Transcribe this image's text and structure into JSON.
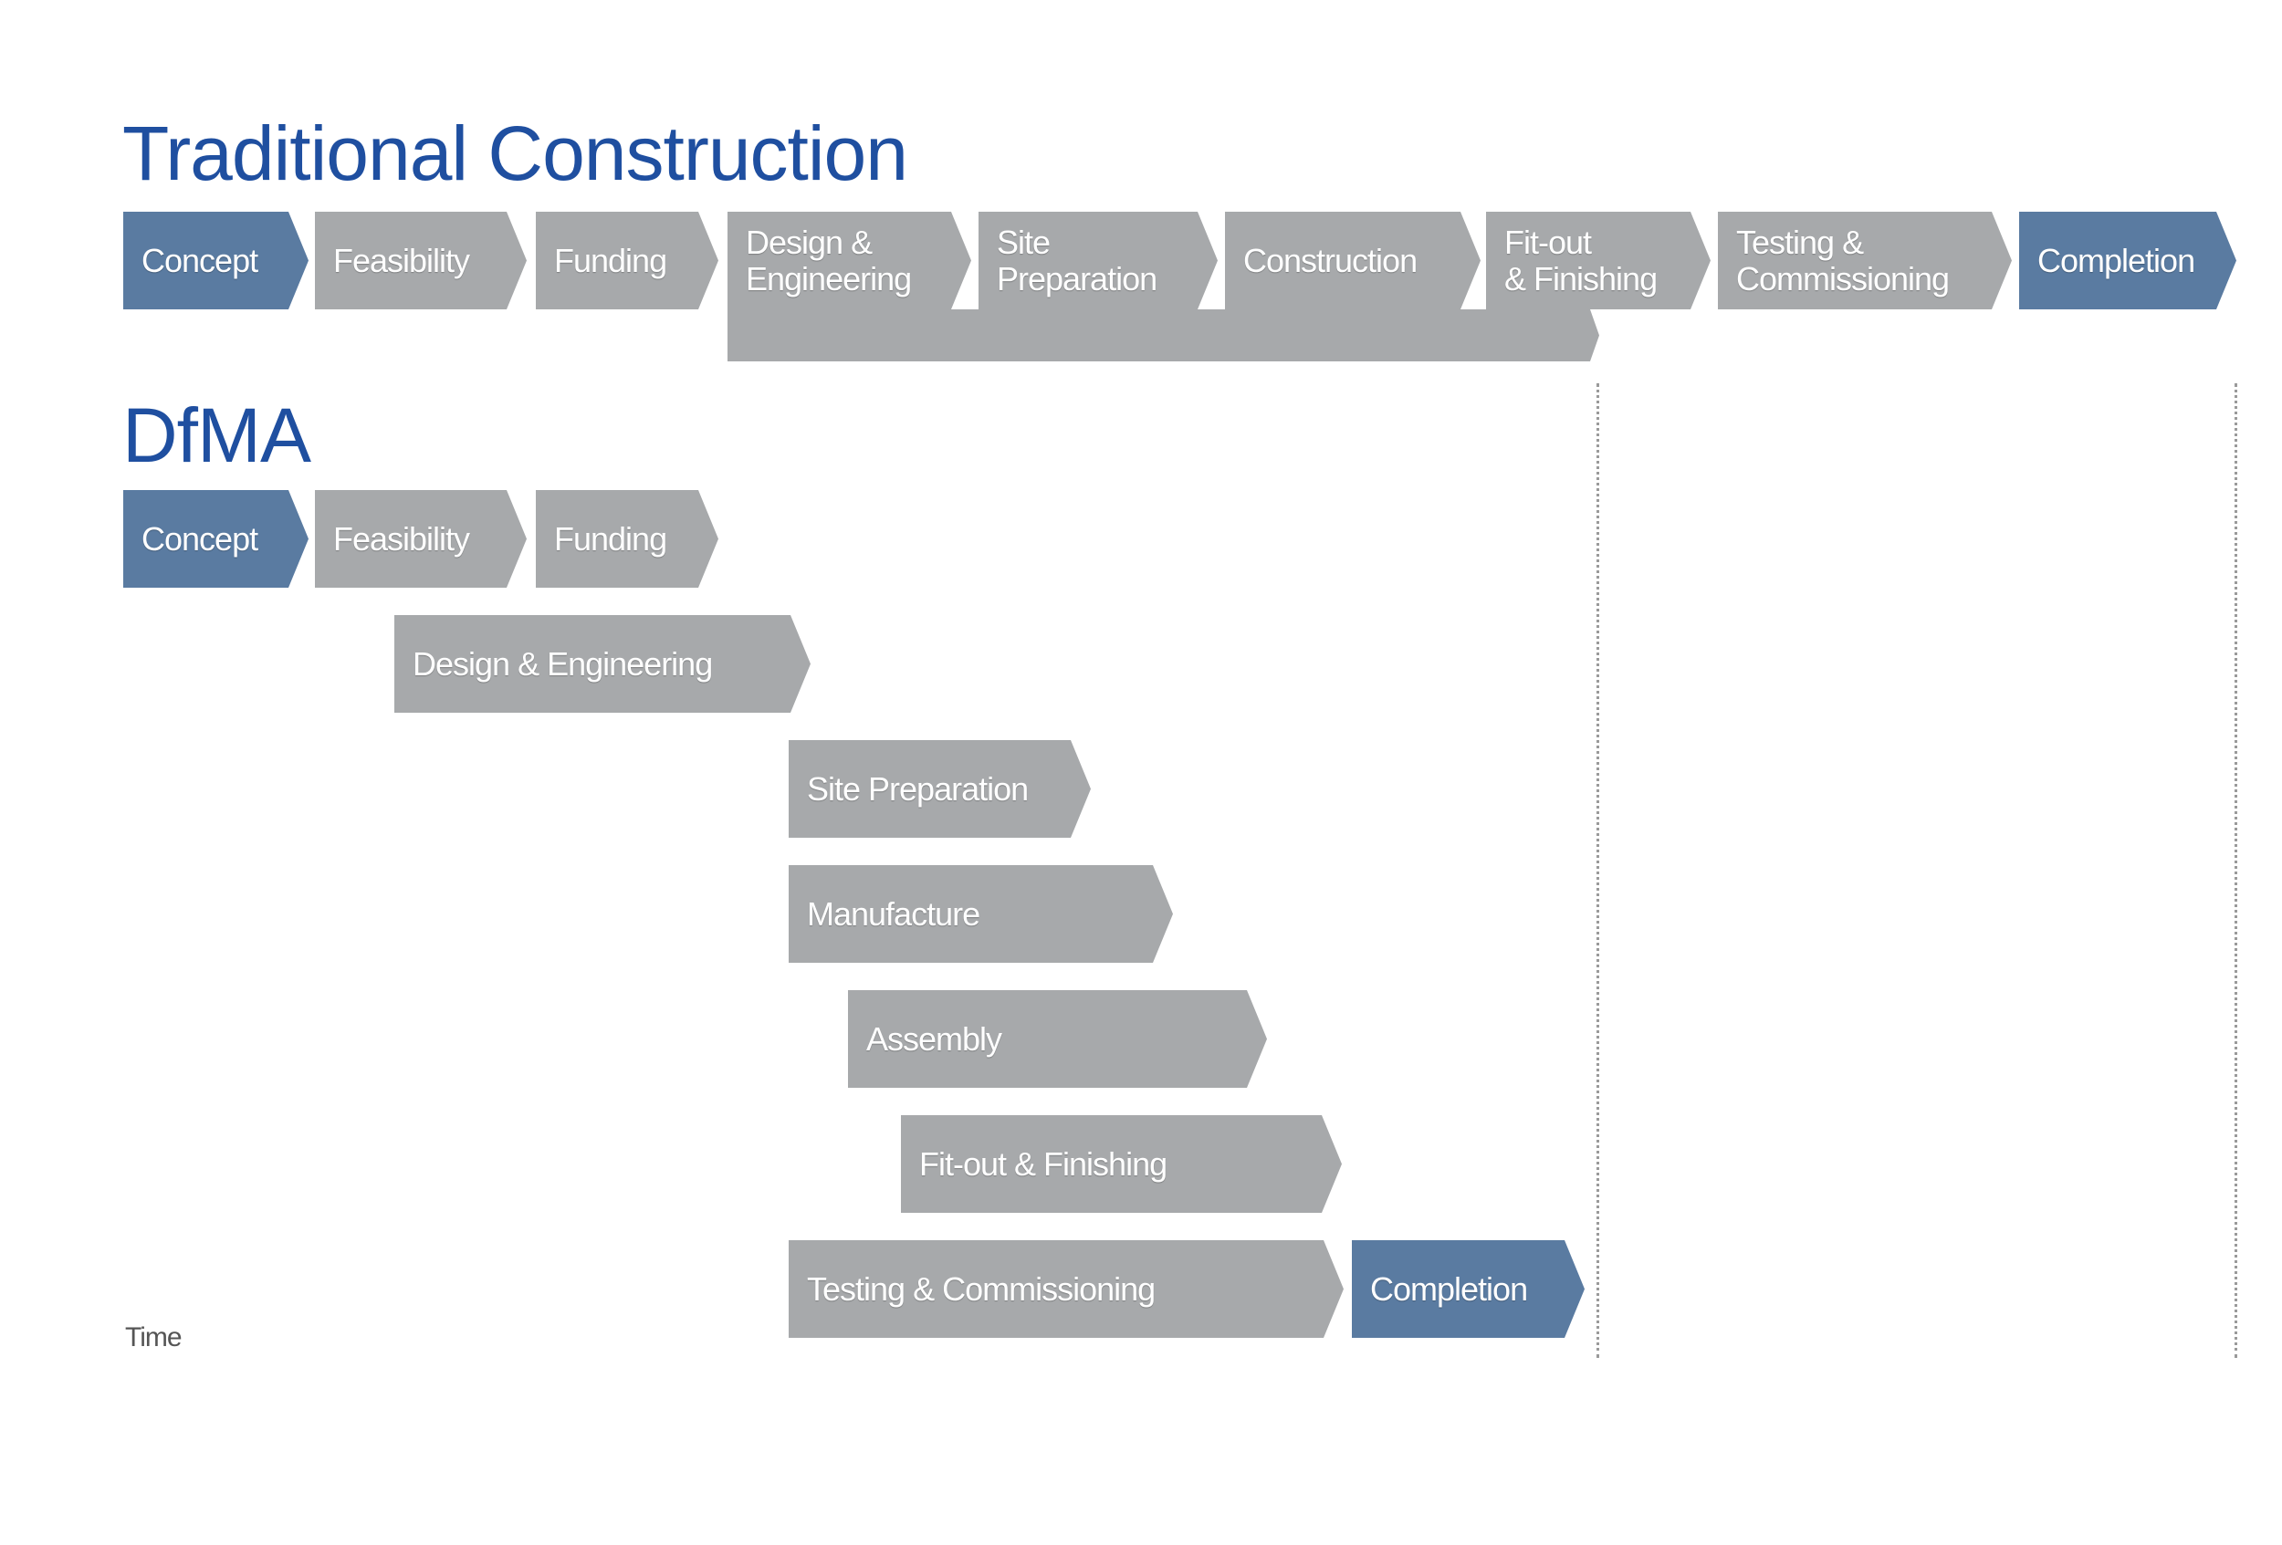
{
  "traditional": {
    "title": "Traditional Construction",
    "stages": [
      {
        "line1": "Concept",
        "line2": "",
        "color": "blue"
      },
      {
        "line1": "Feasibility",
        "line2": "",
        "color": "gray"
      },
      {
        "line1": "Funding",
        "line2": "",
        "color": "gray"
      },
      {
        "line1": "Design &",
        "line2": "Engineering",
        "color": "gray"
      },
      {
        "line1": "Site",
        "line2": "Preparation",
        "color": "gray"
      },
      {
        "line1": "Construction",
        "line2": "",
        "color": "gray"
      },
      {
        "line1": "Fit-out",
        "line2": "& Finishing",
        "color": "gray"
      },
      {
        "line1": "Testing &",
        "line2": "Commissioning",
        "color": "gray"
      },
      {
        "line1": "Completion",
        "line2": "",
        "color": "blue"
      }
    ]
  },
  "dfma": {
    "title": "DfMA",
    "stages": [
      {
        "label": "Concept",
        "color": "blue"
      },
      {
        "label": "Feasibility",
        "color": "gray"
      },
      {
        "label": "Funding",
        "color": "gray"
      },
      {
        "label": "Design & Engineering",
        "color": "gray"
      },
      {
        "label": "Site Preparation",
        "color": "gray"
      },
      {
        "label": "Manufacture",
        "color": "gray"
      },
      {
        "label": "Assembly",
        "color": "gray"
      },
      {
        "label": "Fit-out & Finishing",
        "color": "gray"
      },
      {
        "label": "Testing & Commissioning",
        "color": "gray"
      },
      {
        "label": "Completion",
        "color": "blue"
      }
    ]
  },
  "axis": {
    "time_label": "Time"
  },
  "colors": {
    "title": "#1f4fa0",
    "blue_stage": "#5a7ba1",
    "gray_stage": "#a7a9ab",
    "dashed_line": "#9a9a9a"
  }
}
